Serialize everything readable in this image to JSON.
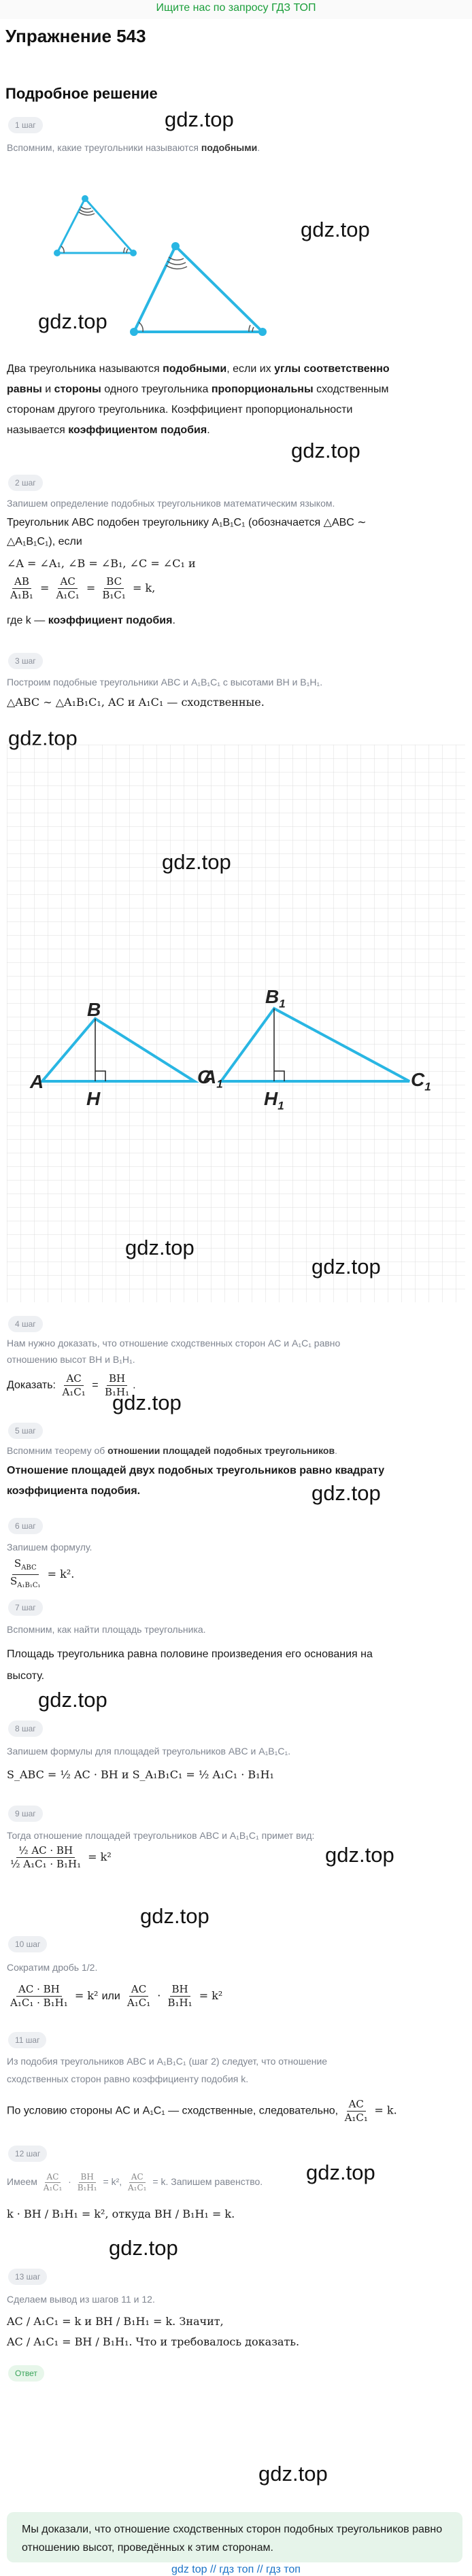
{
  "banner": "Ищите нас по запросу ГДЗ ТОП",
  "exercise_title": "Упражнение 543",
  "solution_title": "Подробное решение",
  "watermark": "gdz.top",
  "colors": {
    "figure": "#29b6e3",
    "answer_bg": "#e6f4ea",
    "banner_text": "#1a9e3a"
  },
  "steps": [
    {
      "badge": "1 шаг",
      "intro_pre": "Вспомним, какие треугольники называются ",
      "intro_bold": "подобными",
      "intro_post": "."
    },
    {
      "badge": "2 шаг",
      "intro": "Запишем определение подобных треугольников математическим языком."
    },
    {
      "badge": "3 шаг",
      "intro": "Построим подобные треугольники ABC и A₁B₁C₁ с высотами BH и B₁H₁."
    },
    {
      "badge": "4 шаг",
      "intro": "Нам нужно доказать, что отношение сходственных сторон AC и A₁C₁ равно",
      "intro2": "отношению высот BH и B₁H₁."
    },
    {
      "badge": "5 шаг",
      "intro_pre": "Вспомним теорему об ",
      "intro_bold": "отношении площадей подобных треугольников",
      "intro_post": "."
    },
    {
      "badge": "6 шаг",
      "intro": "Запишем формулу."
    },
    {
      "badge": "7 шаг",
      "intro": "Вспомним, как найти площадь треугольника."
    },
    {
      "badge": "8 шаг",
      "intro": "Запишем формулы для площадей треугольников ABC и A₁B₁C₁."
    },
    {
      "badge": "9 шаг",
      "intro": "Тогда отношение площадей треугольников ABC и A₁B₁C₁ примет вид:"
    },
    {
      "badge": "10 шаг",
      "intro": "Сократим дробь 1/2."
    },
    {
      "badge": "11 шаг",
      "intro": "Из подобия треугольников ABC и A₁B₁C₁ (шаг 2) следует, что отношение",
      "intro2": "сходственных сторон равно коэффициенту подобия k."
    },
    {
      "badge": "12 шаг",
      "intro_pre": "Имеем ",
      "intro_post": ". Запишем равенство."
    },
    {
      "badge": "13 шаг",
      "intro": "Сделаем вывод из шагов 11 и 12."
    }
  ],
  "definition": {
    "p1": "Два треугольника называются ",
    "p1b": "подобными",
    "p2": ", если их ",
    "p2b": "углы соответственно",
    "p3b": "равны",
    "p3": " и ",
    "p3c": "стороны",
    "p4": " одного треугольника ",
    "p4b": "пропорциональны",
    "p5": " сходственным",
    "p6": "сторонам другого треугольника. Коэффициент пропорциональности",
    "p7": "называется ",
    "p7b": "коэффициентом подобия",
    "p7e": "."
  },
  "step2": {
    "line1": "Треугольник ABC подобен треугольнику A₁B₁C₁ (обозначается △ABC ∼",
    "line2": "△A₁B₁C₁), если",
    "line3": "∠A = ∠A₁, ∠B = ∠B₁, ∠C = ∠C₁ и",
    "k_eq": "= k,",
    "line5_pre": "где k — ",
    "line5_bold": "коэффициент подобия",
    "line5_post": "."
  },
  "step3_text": "△ABC ∼ △A₁B₁C₁, AC и A₁C₁ — сходственные.",
  "figure_labels": {
    "A": "A",
    "B": "B",
    "C": "C",
    "H": "H",
    "A1": "A",
    "B1": "B",
    "C1": "C",
    "H1": "H",
    "sub": "1"
  },
  "step4_prove": "Доказать:",
  "step5_text1": "Отношение площадей двух подобных треугольников равно квадрату",
  "step5_text2": "коэффициента подобия.",
  "step6_eq": "= k².",
  "step7_text1": "Площадь треугольника равна половине произведения его основания на",
  "step7_text2": "высоту.",
  "step8_text": "S_ABC = ½ AC · BH и S_A₁B₁C₁ = ½ A₁C₁ · B₁H₁",
  "step9_eq": "= k²",
  "step10_ili": "или",
  "step11_text": "По условию стороны AC и A₁C₁ — сходственные, следовательно,",
  "step12_text": "k · BH / B₁H₁ = k², откуда BH / B₁H₁ = k.",
  "step13_text1": "AC / A₁C₁ = k и BH / B₁H₁ = k. Значит,",
  "step13_text2": "AC / A₁C₁ = BH / B₁H₁. Что и требовалось доказать.",
  "answer_badge": "Ответ",
  "answer_text": "Мы доказали, что отношение сходственных сторон подобных треугольников равно отношению высот, проведённых к этим сторонам.",
  "footer": "gdz top // гдз топ // гдз топ"
}
